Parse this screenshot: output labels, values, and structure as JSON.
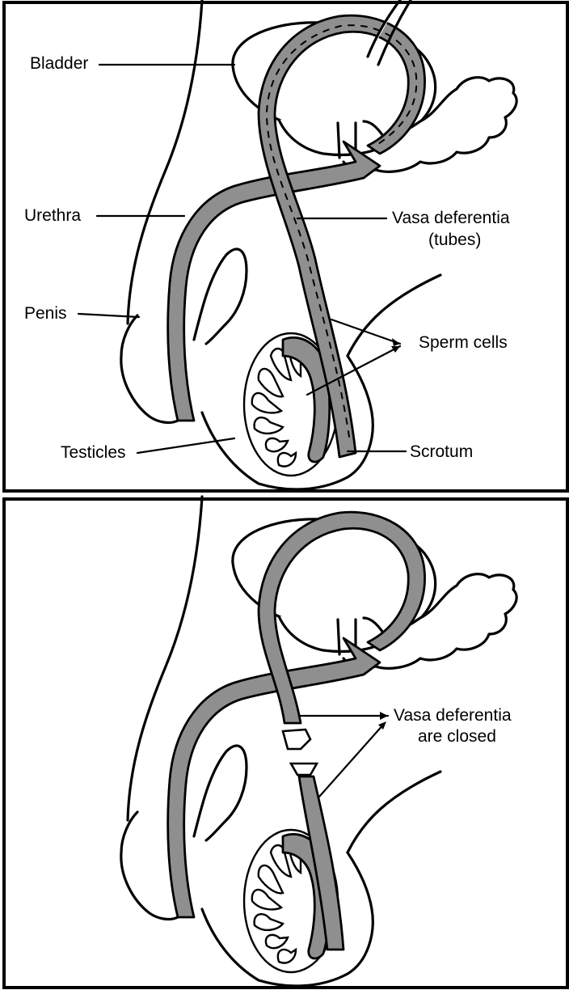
{
  "figure": {
    "top_panel": {
      "labels": {
        "bladder": "Bladder",
        "urethra": "Urethra",
        "penis": "Penis",
        "testicles": "Testicles",
        "vasa_line1": "Vasa deferentia",
        "vasa_line2": "(tubes)",
        "sperm_cells": "Sperm cells",
        "scrotum": "Scrotum"
      }
    },
    "bottom_panel": {
      "labels": {
        "closed_line1": "Vasa deferentia",
        "closed_line2": "are closed"
      }
    }
  }
}
